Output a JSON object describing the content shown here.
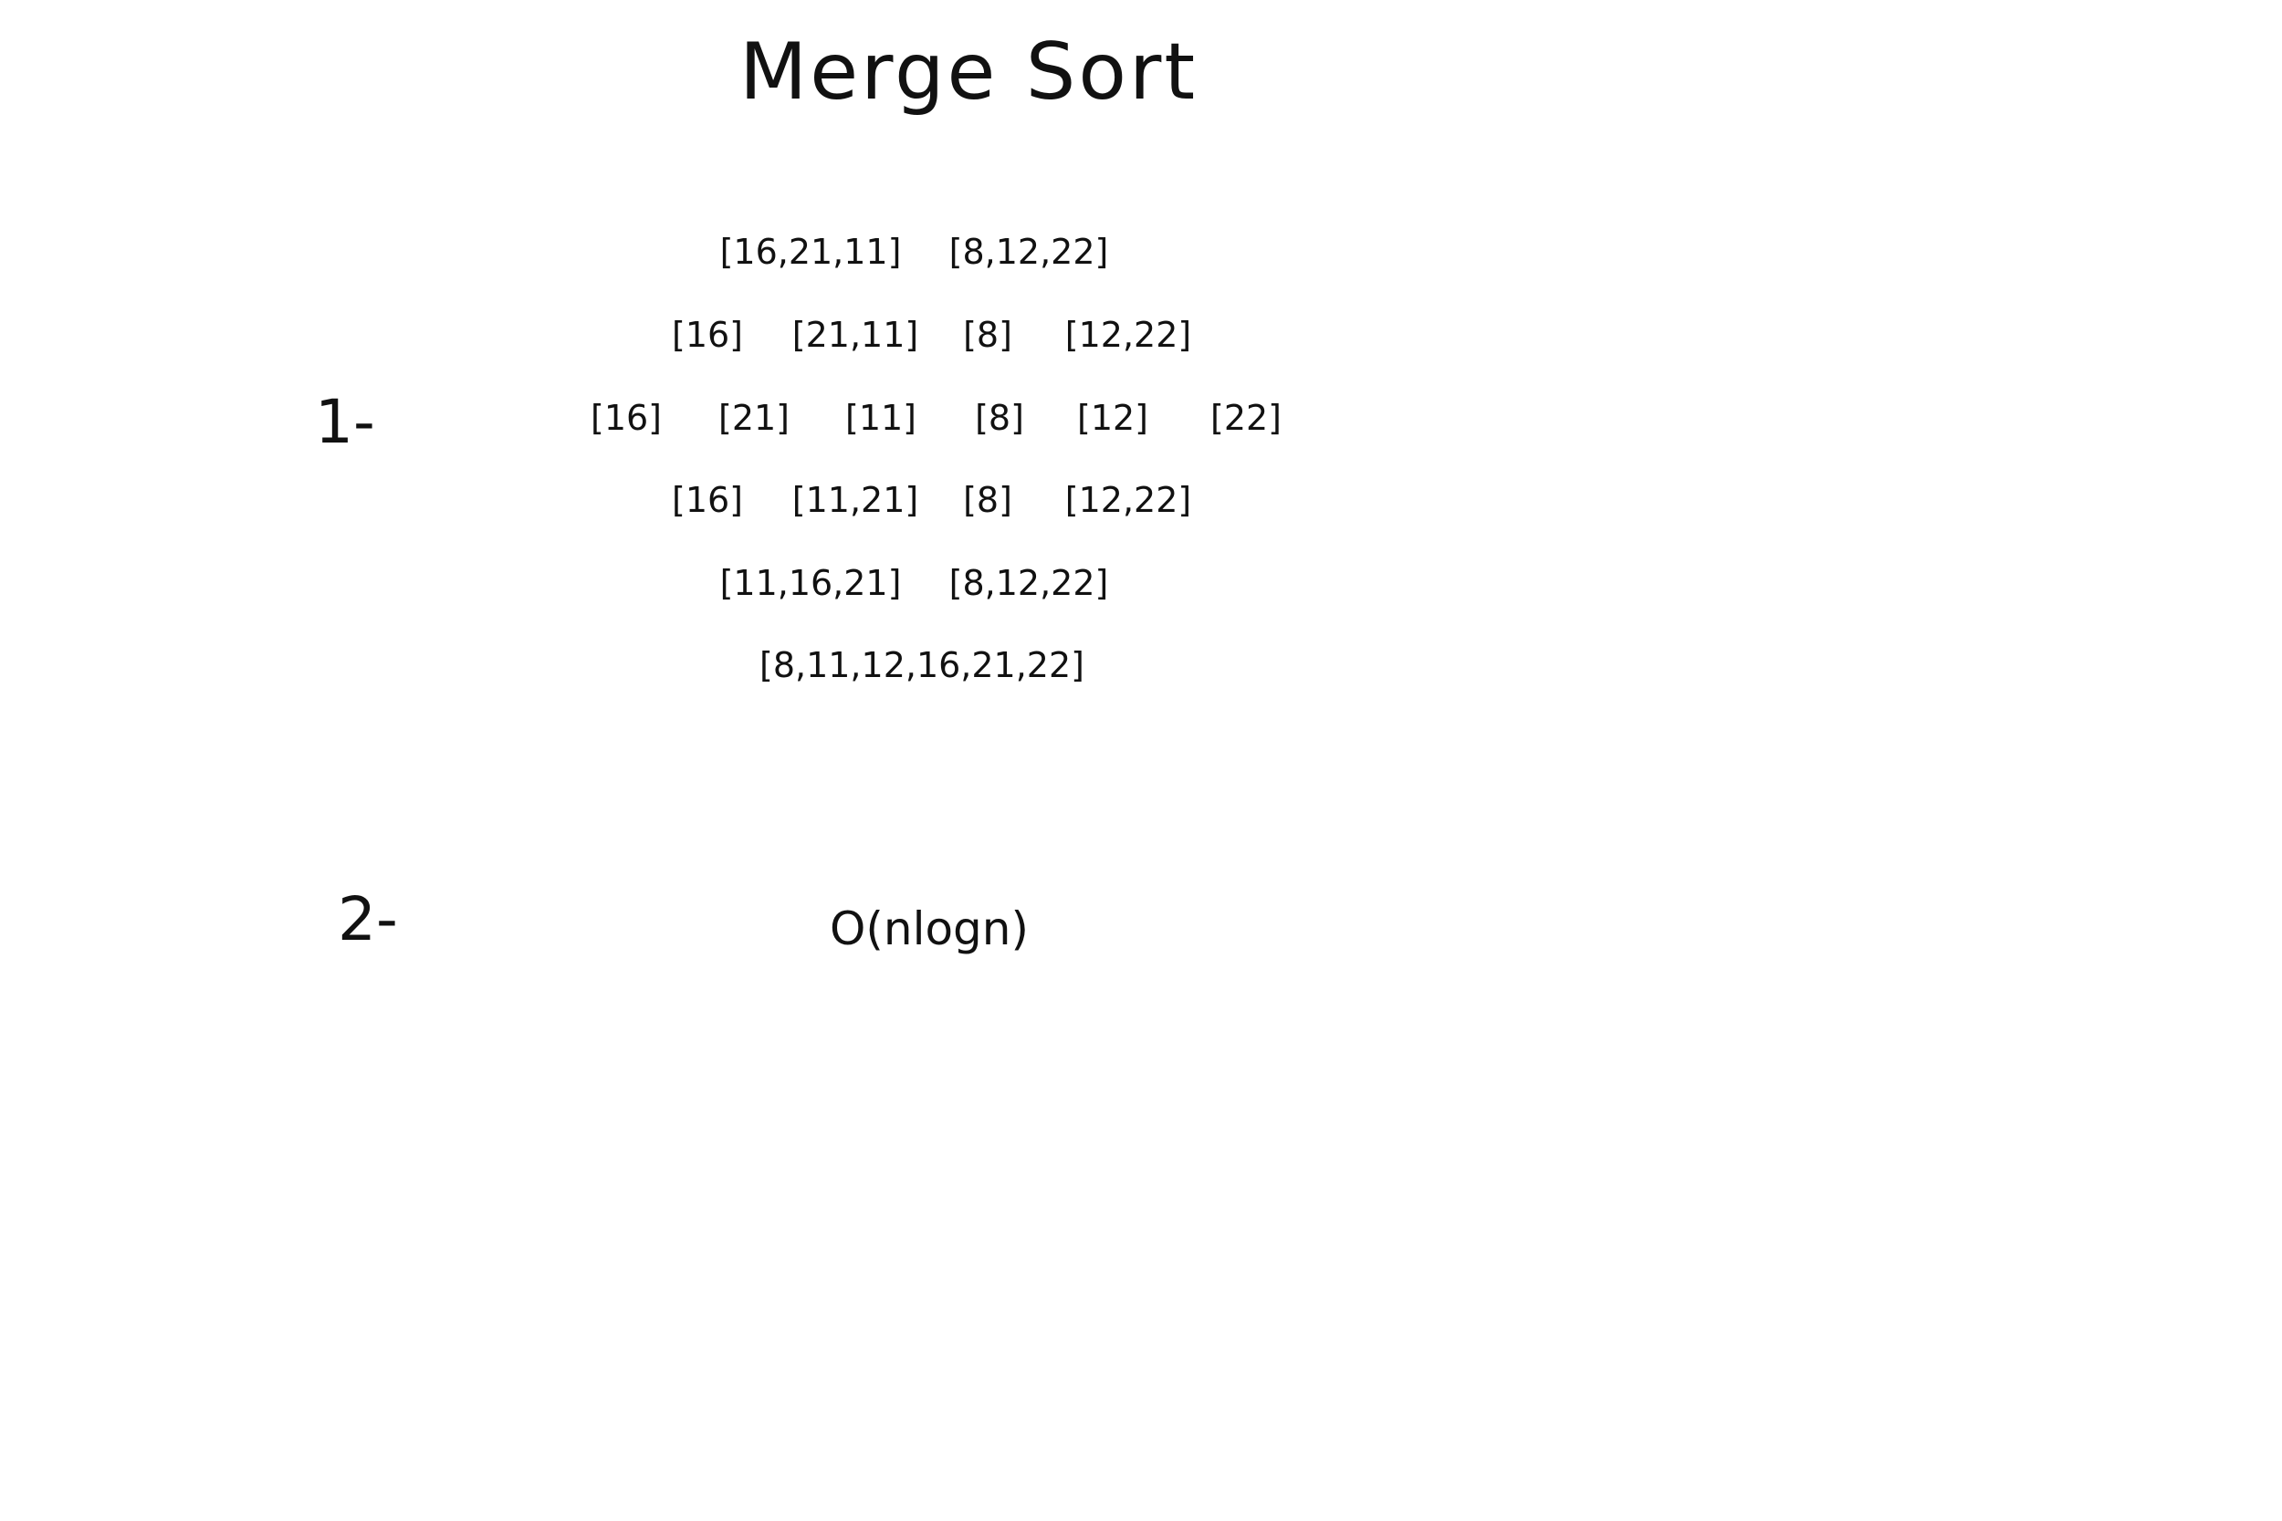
{
  "title": "Merge Sort",
  "questions": [
    {
      "number": "1-",
      "rows": [
        [
          "[16,21,11]",
          "[8,12,22]"
        ],
        [
          "[16]",
          "[21,11]",
          "[8]",
          "[12,22]"
        ],
        [
          "[16]",
          "[21]",
          "[11]",
          "[8]",
          "[12]",
          "[22]"
        ],
        [
          "[16]",
          "[11,21]",
          "[8]",
          "[12,22]"
        ],
        [
          "[11,16,21]",
          "[8,12,22]"
        ],
        [
          "[8,11,12,16,21,22]"
        ]
      ]
    },
    {
      "number": "2-",
      "answer": "O(nlogn)"
    }
  ]
}
